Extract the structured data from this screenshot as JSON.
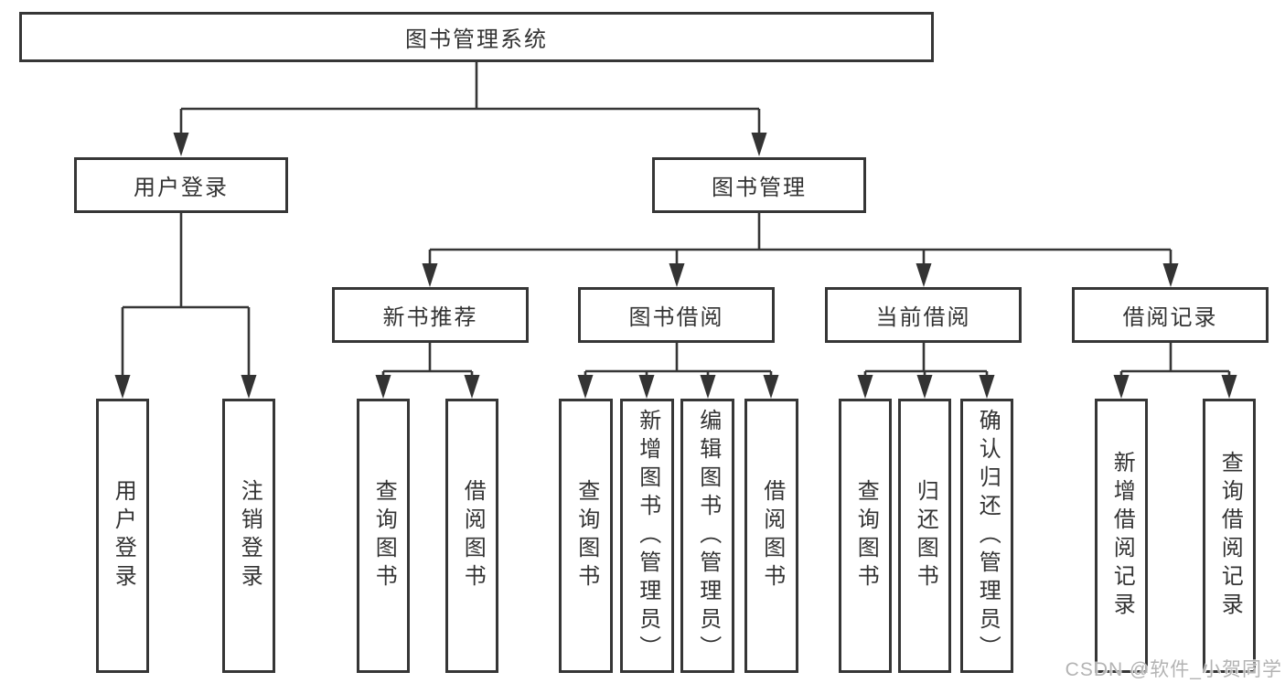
{
  "diagram": {
    "root": {
      "label": "图书管理系统"
    },
    "branches": [
      {
        "label": "用户登录",
        "leaves": [
          "用户登录",
          "注销登录"
        ]
      },
      {
        "label": "图书管理",
        "groups": [
          {
            "label": "新书推荐",
            "leaves": [
              "查询图书",
              "借阅图书"
            ]
          },
          {
            "label": "图书借阅",
            "leaves": [
              "查询图书",
              "新增图书（管理员）",
              "编辑图书（管理员）",
              "借阅图书"
            ]
          },
          {
            "label": "当前借阅",
            "leaves": [
              "查询图书",
              "归还图书",
              "确认归还（管理员）"
            ]
          },
          {
            "label": "借阅记录",
            "leaves": [
              "新增借阅记录",
              "查询借阅记录"
            ]
          }
        ]
      }
    ]
  },
  "watermark": {
    "text": "CSDN @软件_小贺同学"
  },
  "colors": {
    "line": "#363636",
    "text": "#333333",
    "watermark": "#b3b3b3",
    "background": "#ffffff"
  }
}
